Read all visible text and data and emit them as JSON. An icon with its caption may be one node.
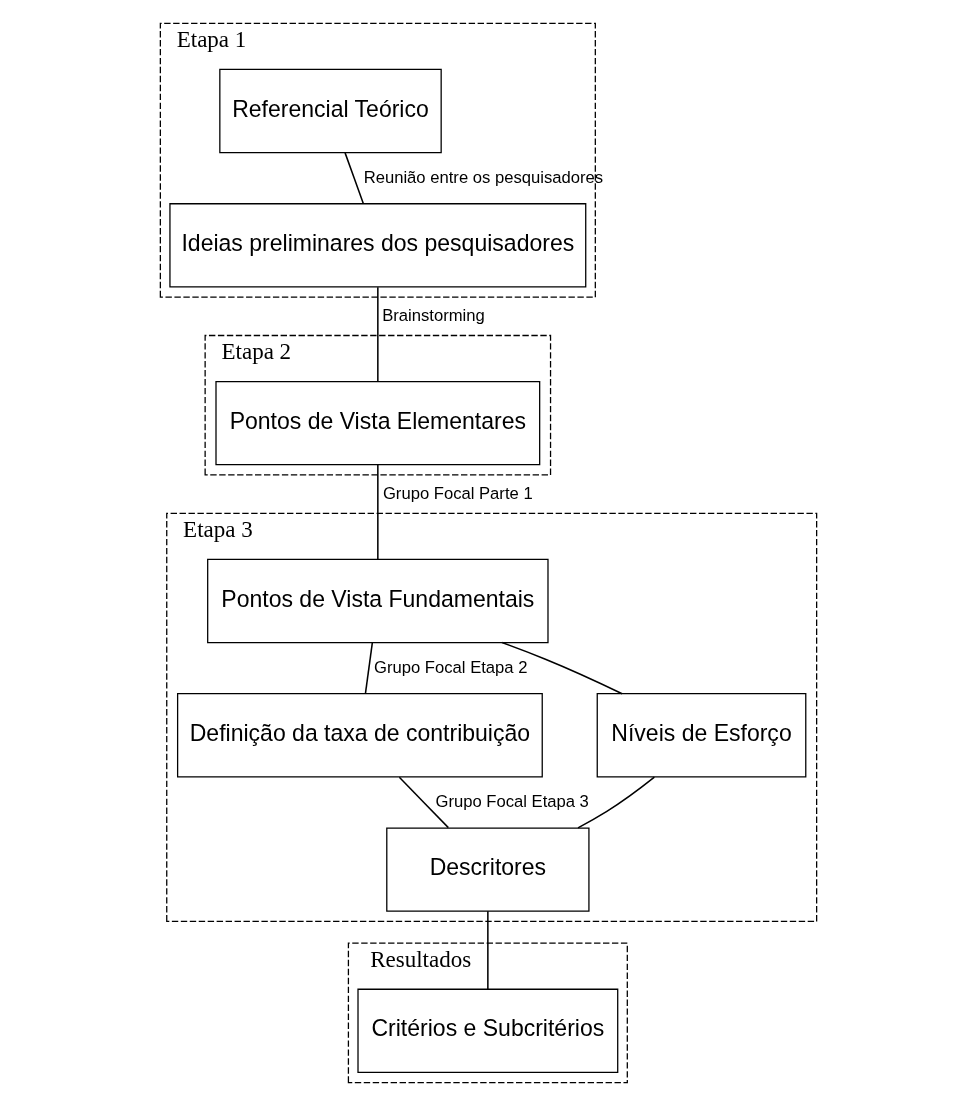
{
  "diagram": {
    "nodes": [
      {
        "text": [
          "Etapa 1"
        ]
      },
      {
        "text": [
          "Referencial Teórico"
        ],
        "in": 0
      },
      {
        "text": [
          "Ideias preliminares dos pesquisadores"
        ],
        "in": 0
      },
      {
        "text": [
          "Etapa 2"
        ]
      },
      {
        "text": [
          "Pontos de Vista Elementares"
        ],
        "in": 3
      },
      {
        "text": [
          "Etapa 3"
        ]
      },
      {
        "text": [
          "Pontos de Vista Fundamentais"
        ],
        "in": 5
      },
      {
        "text": [
          "Definição da taxa de contribuição"
        ],
        "in": 5
      },
      {
        "text": [
          "Níveis de Esforço"
        ],
        "in": 5
      },
      {
        "text": [
          "Descritores"
        ],
        "in": 5
      },
      {
        "text": [
          "Resultados"
        ]
      },
      {
        "text": [
          "Critérios e Subcritérios"
        ],
        "in": 10
      }
    ],
    "edges": [
      {
        "from": 1,
        "to": 2,
        "arrow": "none",
        "label": "Reunião entre os pesquisadores"
      },
      {
        "from": 2,
        "to": 4,
        "arrow": "none",
        "label": "Brainstorming"
      },
      {
        "from": 4,
        "to": 6,
        "arrow": "none",
        "label": "Grupo Focal Parte 1"
      },
      {
        "from": 6,
        "to": 7,
        "arrow": "none",
        "label": "Grupo Focal Etapa 2"
      },
      {
        "from": 6,
        "to": 8,
        "arrow": "none"
      },
      {
        "from": 7,
        "to": 9,
        "arrow": "none",
        "label": "Grupo Focal Etapa 3"
      },
      {
        "from": 8,
        "to": 9,
        "arrow": "none"
      },
      {
        "from": 9,
        "to": 11,
        "arrow": "none"
      }
    ]
  }
}
